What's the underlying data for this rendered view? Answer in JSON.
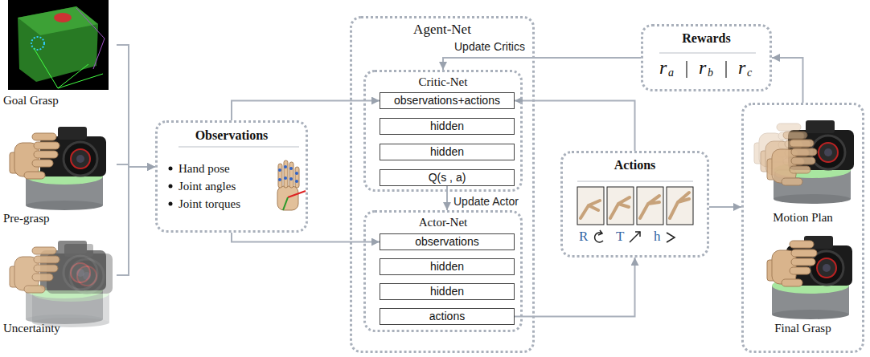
{
  "diagram": {
    "nodes": [
      {
        "text": [
          "Goal Grasp"
        ]
      },
      {
        "text": [
          "Pre-grasp"
        ]
      },
      {
        "text": [
          "Uncertainty"
        ]
      },
      {
        "text": [
          "Observations",
          "Hand pose",
          "Joint angles",
          "Joint torques"
        ]
      },
      {
        "text": [
          "Agent-Net"
        ]
      },
      {
        "text": [
          "Critic-Net"
        ],
        "in": 4
      },
      {
        "text": [
          "observations+actions"
        ],
        "in": 5
      },
      {
        "text": [
          "hidden"
        ],
        "in": 5
      },
      {
        "text": [
          "hidden"
        ],
        "in": 5
      },
      {
        "text": [
          "Q(s , a)"
        ],
        "in": 5
      },
      {
        "text": [
          "Actor-Net"
        ],
        "in": 4
      },
      {
        "text": [
          "observations"
        ],
        "in": 10
      },
      {
        "text": [
          "hidden"
        ],
        "in": 10
      },
      {
        "text": [
          "hidden"
        ],
        "in": 10
      },
      {
        "text": [
          "actions"
        ],
        "in": 10
      },
      {
        "text": [
          "Rewards",
          "r",
          "a",
          "r",
          "b",
          "r",
          "c"
        ]
      },
      {
        "text": [
          "Actions",
          "R",
          "T",
          "h"
        ]
      },
      {
        "text": [
          "Motion Plan",
          "Final Grasp"
        ]
      }
    ],
    "edges": [
      {
        "from": 0,
        "to": 3,
        "arrow": "to"
      },
      {
        "from": 1,
        "to": 3,
        "arrow": "to"
      },
      {
        "from": 2,
        "to": 3,
        "arrow": "to"
      },
      {
        "from": 3,
        "to": 6,
        "arrow": "to"
      },
      {
        "from": 3,
        "to": 11,
        "arrow": "to"
      },
      {
        "from": 14,
        "to": 16,
        "arrow": "to"
      },
      {
        "from": 16,
        "to": 6,
        "arrow": "to"
      },
      {
        "from": 16,
        "to": 17,
        "arrow": "to"
      },
      {
        "from": 17,
        "to": 15,
        "arrow": "to"
      },
      {
        "from": 15,
        "to": 5,
        "label": "Update Critics",
        "arrow": "to"
      },
      {
        "from": 9,
        "to": 10,
        "label": "Update Actor",
        "arrow": "to"
      }
    ]
  }
}
